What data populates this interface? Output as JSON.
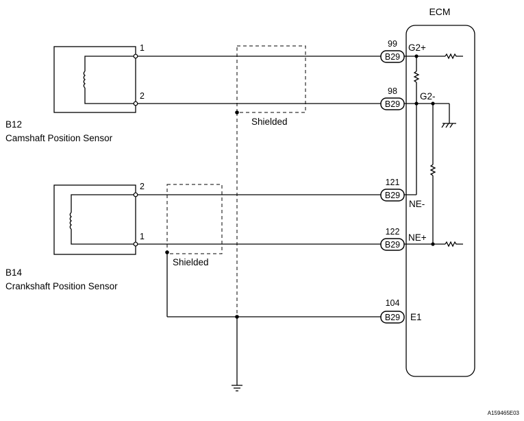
{
  "ecm": {
    "title": "ECM"
  },
  "camshaft_sensor": {
    "code": "B12",
    "name": "Camshaft Position Sensor",
    "pin_top": "1",
    "pin_bottom": "2"
  },
  "crankshaft_sensor": {
    "code": "B14",
    "name": "Crankshaft Position Sensor",
    "pin_top": "2",
    "pin_bottom": "1"
  },
  "shield_labels": {
    "upper": "Shielded",
    "lower": "Shielded"
  },
  "connectors": [
    {
      "pin": "99",
      "connector": "B29",
      "signal": "G2+"
    },
    {
      "pin": "98",
      "connector": "B29",
      "signal": "G2-"
    },
    {
      "pin": "121",
      "connector": "B29",
      "signal": "NE-"
    },
    {
      "pin": "122",
      "connector": "B29",
      "signal": "NE+"
    },
    {
      "pin": "104",
      "connector": "B29",
      "signal": "E1"
    }
  ],
  "figure_id": "A159465E03",
  "icons": [
    "coil-icon",
    "resistor-icon",
    "ground-icon",
    "chassis-ground-icon"
  ]
}
